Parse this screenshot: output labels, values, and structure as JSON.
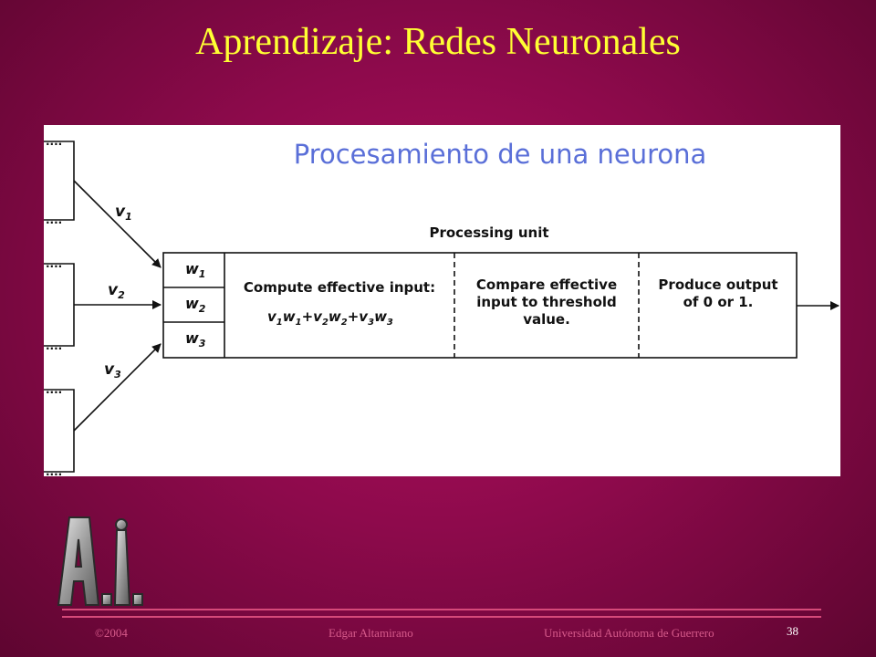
{
  "slide": {
    "title": "Aprendizaje: Redes Neuronales",
    "page_number": "38"
  },
  "diagram": {
    "heading": "Procesamiento de una neurona",
    "processing_unit_label": "Processing unit",
    "inputs": [
      {
        "base": "v",
        "sub": "1"
      },
      {
        "base": "v",
        "sub": "2"
      },
      {
        "base": "v",
        "sub": "3"
      }
    ],
    "weights": [
      {
        "base": "w",
        "sub": "1"
      },
      {
        "base": "w",
        "sub": "2"
      },
      {
        "base": "w",
        "sub": "3"
      }
    ],
    "stage1_title": "Compute effective input:",
    "stage1_formula": [
      {
        "base": "v",
        "sub": "1"
      },
      {
        "base": "w",
        "sub": "1"
      },
      {
        "base": "+v",
        "sub": "2"
      },
      {
        "base": "w",
        "sub": "2"
      },
      {
        "base": "+v",
        "sub": "3"
      },
      {
        "base": "w",
        "sub": "3"
      }
    ],
    "stage2_lines": [
      "Compare effective",
      "input to threshold",
      "value."
    ],
    "stage3_lines": [
      "Produce output",
      "of 0 or 1."
    ],
    "input_dots": "....",
    "colors": {
      "heading": "#5a6fd8",
      "lines": "#111111"
    }
  },
  "logo": {
    "text": "A.I."
  },
  "footer": {
    "copyright": "©2004",
    "author": "Edgar Altamirano",
    "institution": "Universidad Autónoma de Guerrero"
  }
}
